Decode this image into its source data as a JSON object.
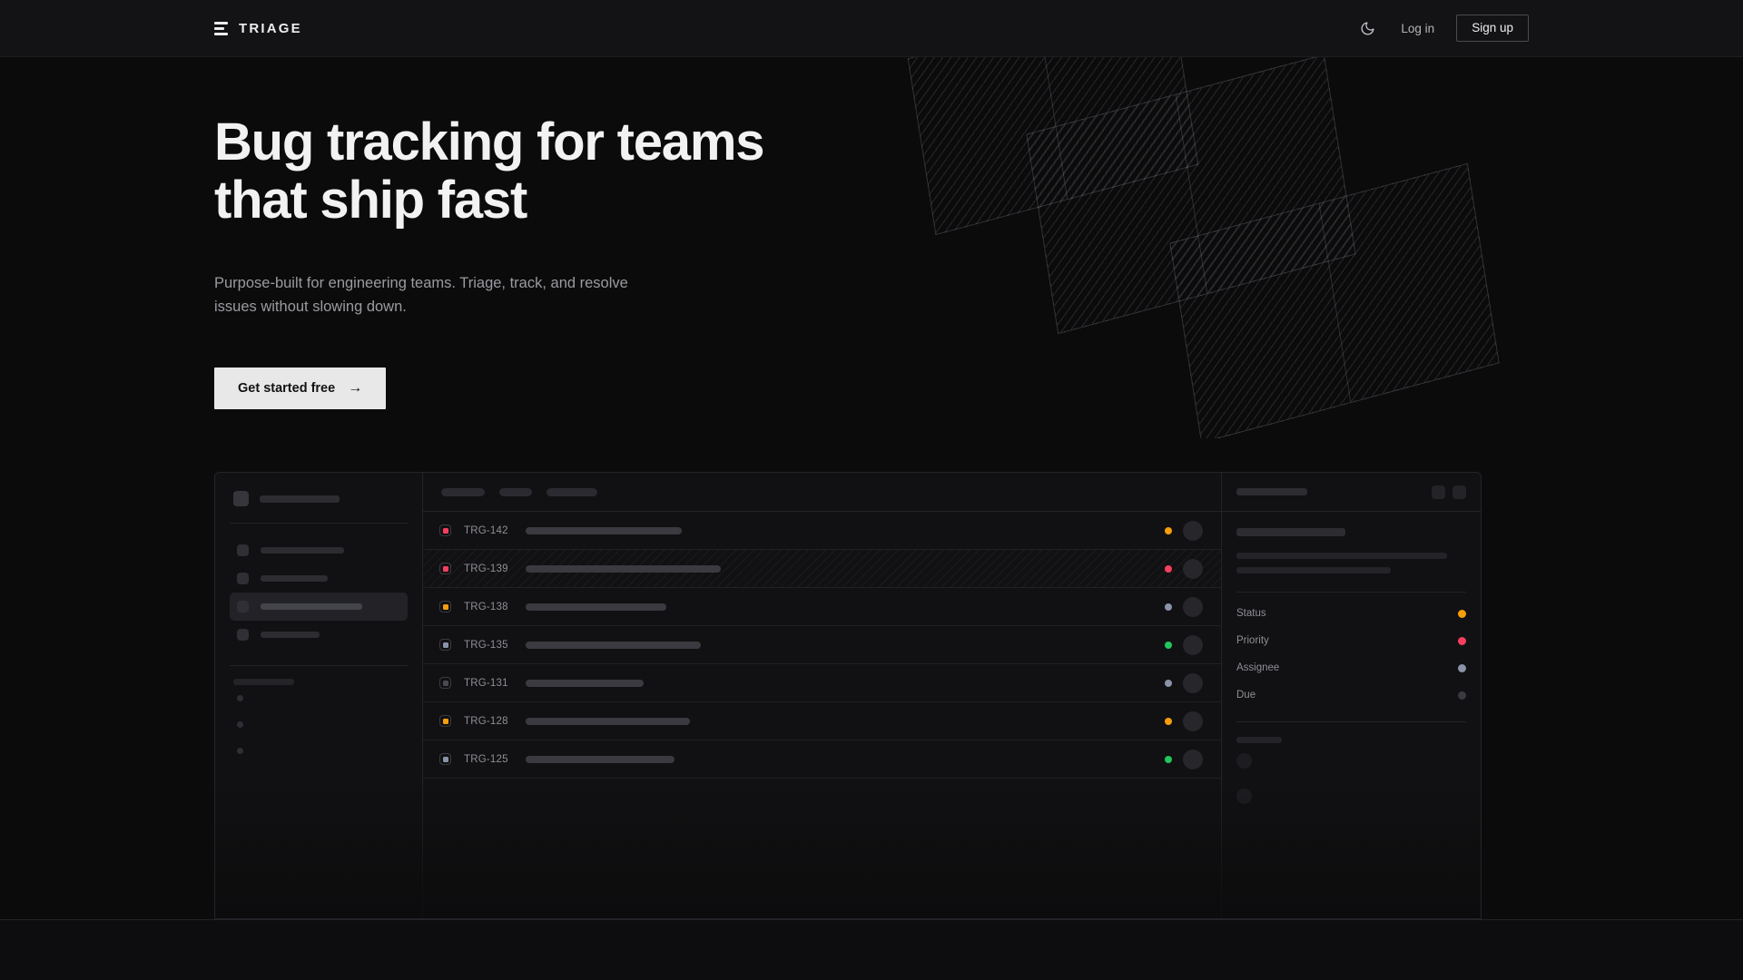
{
  "nav": {
    "brand": "TRIAGE",
    "logo_icon": "triage-bars-logo",
    "theme_toggle_icon": "moon-icon",
    "login_label": "Log in",
    "signup_label": "Sign up"
  },
  "hero": {
    "headline_line1": "Bug tracking for teams",
    "headline_line2": "that ship fast",
    "subhead": "Purpose-built for engineering teams. Triage, track, and resolve issues without slowing down.",
    "cta_label": "Get started free",
    "cta_icon": "arrow-right-icon"
  },
  "colors": {
    "page_bg": "#0B0B0C",
    "nav_bg": "#131316",
    "panel_bg": "#111113",
    "border": "#25252A",
    "text_primary": "#F2F2F3",
    "text_muted": "#9A9AA0",
    "cta_bg": "#E8E8E8",
    "status_orange": "#F59E0B",
    "status_pink": "#F43F5E",
    "status_green": "#22C55E",
    "status_slate": "#8A93A8",
    "status_dim": "#3A3A40"
  },
  "mockup": {
    "sidebar": {
      "workspace_label_width": 88,
      "nav_items": [
        {
          "label_width": 92,
          "active": false
        },
        {
          "label_width": 74,
          "active": false
        },
        {
          "label_width": 112,
          "active": true
        },
        {
          "label_width": 65,
          "active": false
        }
      ],
      "section_label_width": 67,
      "mini_items": 3
    },
    "list": {
      "toolbar_pills": [
        48,
        36,
        56
      ],
      "rows": [
        {
          "id": "TRG-142",
          "priority_color": "#F43F5E",
          "title_width": 172,
          "status_color": "#F59E0B",
          "hatched": false
        },
        {
          "id": "TRG-139",
          "priority_color": "#F43F5E",
          "title_width": 215,
          "status_color": "#F43F5E",
          "hatched": true
        },
        {
          "id": "TRG-138",
          "priority_color": "#F59E0B",
          "title_width": 155,
          "status_color": "#8A93A8",
          "hatched": false
        },
        {
          "id": "TRG-135",
          "priority_color": "#8A93A8",
          "title_width": 193,
          "status_color": "#22C55E",
          "hatched": false
        },
        {
          "id": "TRG-131",
          "priority_color": "#4A4A52",
          "title_width": 130,
          "status_color": "#8A93A8",
          "hatched": false
        },
        {
          "id": "TRG-128",
          "priority_color": "#F59E0B",
          "title_width": 181,
          "status_color": "#F59E0B",
          "hatched": false
        },
        {
          "id": "TRG-125",
          "priority_color": "#8A93A8",
          "title_width": 164,
          "status_color": "#22C55E",
          "hatched": false
        }
      ]
    },
    "detail": {
      "header_title_width": 78,
      "header_buttons": 2,
      "title_width": 120,
      "desc_line_widths": [
        232,
        170
      ],
      "properties": [
        {
          "label": "Status",
          "color": "#F59E0B"
        },
        {
          "label": "Priority",
          "color": "#F43F5E"
        },
        {
          "label": "Assignee",
          "color": "#8A93A8"
        },
        {
          "label": "Due",
          "color": "#3A3A40"
        }
      ],
      "activity_label_width": 50,
      "activity_avatars": 2
    }
  }
}
